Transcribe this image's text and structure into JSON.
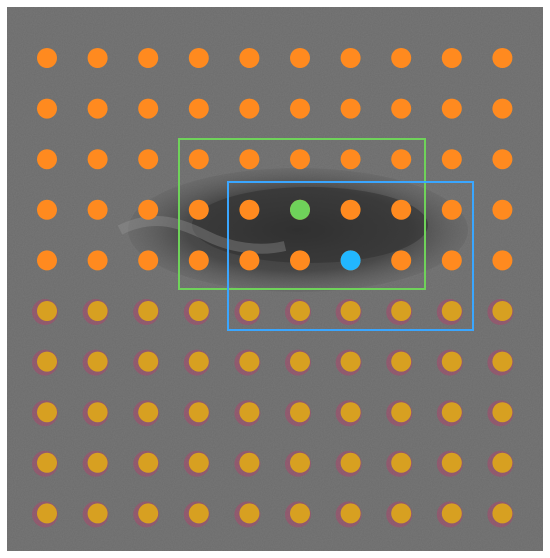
{
  "image": {
    "description_tag": "grid-of-points-overlay-on-grayscale-texture",
    "background_color": "#6b6b6b",
    "frame_color": "#ffffff"
  },
  "grid": {
    "rows": 10,
    "cols": 10,
    "point_color": "#ff8a1f",
    "lower_point_color": "#d7a021",
    "lower_halo_color": "#d12a6a",
    "lower_region_start_row": 5
  },
  "boxes": {
    "green_box": {
      "color": "#6fd25a"
    },
    "blue_box": {
      "color": "#3aa6ff"
    }
  },
  "markers": {
    "green_point": {
      "color": "#6fd25a",
      "row": 3,
      "col": 5
    },
    "blue_point": {
      "color": "#22b7ff",
      "row": 4,
      "col": 6
    }
  }
}
